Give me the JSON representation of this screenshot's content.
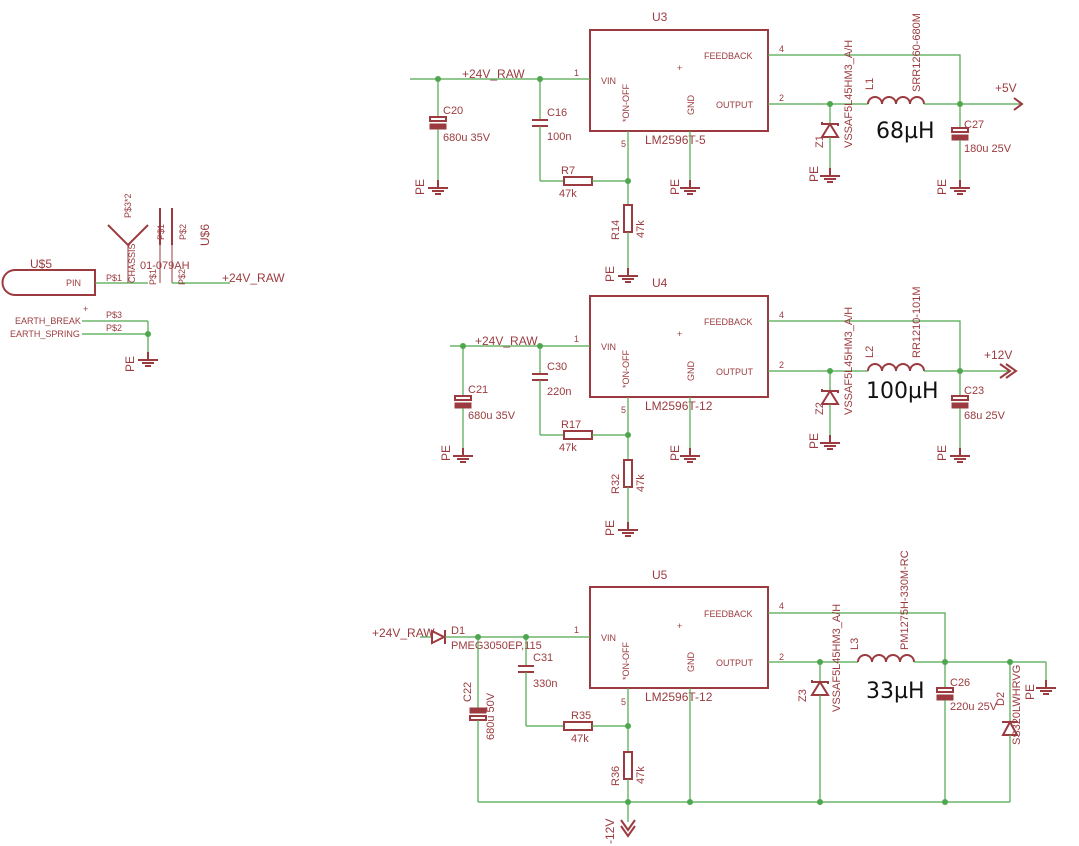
{
  "u3": {
    "name": "U3",
    "part": "LM2596T-5",
    "pins": {
      "vin": "VIN",
      "onoff": "*ON-OFF",
      "gnd": "GND",
      "feedback": "FEEDBACK",
      "output": "OUTPUT"
    },
    "pin_nums": {
      "p1": "1",
      "p2": "2",
      "p4": "4",
      "p5": "5"
    },
    "net_in": "+24V_RAW",
    "net_out": "+5V",
    "c_in": {
      "name": "C20",
      "value": "680u 35V"
    },
    "c_bypass": {
      "name": "C16",
      "value": "100n"
    },
    "r_fb": {
      "name": "R7",
      "value": "47k"
    },
    "r_pd": {
      "name": "R14",
      "value": "47k"
    },
    "diode": {
      "name": "Z1",
      "part": "VSSAF5L45HM3_A/H"
    },
    "inductor": {
      "name": "L1",
      "part": "SRR1260-680M",
      "note": "68µH"
    },
    "c_out": {
      "name": "C27",
      "value": "180u 25V"
    }
  },
  "u4": {
    "name": "U4",
    "part": "LM2596T-12",
    "pins": {
      "vin": "VIN",
      "onoff": "*ON-OFF",
      "gnd": "GND",
      "feedback": "FEEDBACK",
      "output": "OUTPUT"
    },
    "pin_nums": {
      "p1": "1",
      "p2": "2",
      "p4": "4",
      "p5": "5"
    },
    "net_in": "+24V_RAW",
    "net_out": "+12V",
    "c_in": {
      "name": "C21",
      "value": "680u 35V"
    },
    "c_bypass": {
      "name": "C30",
      "value": "220n"
    },
    "r_fb": {
      "name": "R17",
      "value": "47k"
    },
    "r_pd": {
      "name": "R32",
      "value": "47k"
    },
    "diode": {
      "name": "Z2",
      "part": "VSSAF5L45HM3_A/H"
    },
    "inductor": {
      "name": "L2",
      "part": "RR1210-101M",
      "note": "100µH"
    },
    "c_out": {
      "name": "C23",
      "value": "68u 25V"
    }
  },
  "u5": {
    "name": "U5",
    "part": "LM2596T-12",
    "pins": {
      "vin": "VIN",
      "onoff": "*ON-OFF",
      "gnd": "GND",
      "feedback": "FEEDBACK",
      "output": "OUTPUT"
    },
    "pin_nums": {
      "p1": "1",
      "p2": "2",
      "p4": "4",
      "p5": "5"
    },
    "net_in": "+24V_RAW",
    "net_out": "-12V",
    "d_in": {
      "name": "D1",
      "part": "PMEG3050EP,115"
    },
    "c_in": {
      "name": "C22",
      "value": "680u 50V"
    },
    "c_bypass": {
      "name": "C31",
      "value": "330n"
    },
    "r_fb": {
      "name": "R35",
      "value": "47k"
    },
    "r_pd": {
      "name": "R36",
      "value": "47k"
    },
    "diode": {
      "name": "Z3",
      "part": "VSSAF5L45HM3_A/H"
    },
    "inductor": {
      "name": "L3",
      "part": "PM1275H-330M-RC",
      "note": "33µH"
    },
    "c_out": {
      "name": "C26",
      "value": "220u 25V"
    },
    "d_out": {
      "name": "D2",
      "part": "SS320LWHRVG"
    }
  },
  "connectors": {
    "u5": {
      "name": "U$5",
      "pin": "PIN",
      "pad": "P$1"
    },
    "u6": {
      "name": "U$6",
      "part": "01-079AH",
      "chassis": "CHASSIS",
      "pad_a": "P$3*2",
      "pad_b": "P$1",
      "pad_c": "P$2",
      "pad_d": "P$1",
      "pad_e": "P$2",
      "net": "+24V_RAW"
    },
    "earth": {
      "break": "EARTH_BREAK",
      "spring": "EARTH_SPRING",
      "pad_break": "P$3",
      "pad_spring": "P$2"
    }
  },
  "ground_label": "PE"
}
